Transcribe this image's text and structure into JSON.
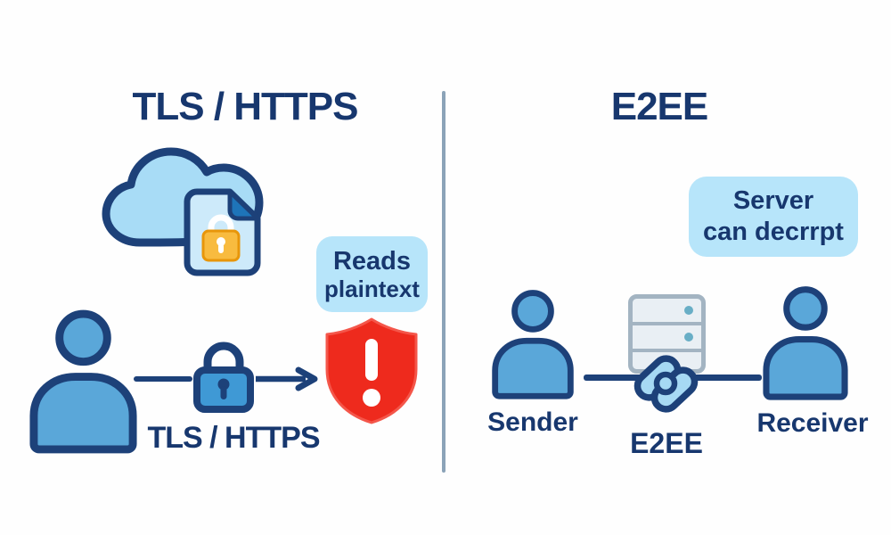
{
  "colors": {
    "background": "#fefefe",
    "ink": "#17376e",
    "outline": "#1d4179",
    "divider": "#8ba3b8",
    "badge_bg": "#b7e5fa",
    "person_fill": "#5aa7d9",
    "cloud_fill": "#a8dcf6",
    "doc_fill": "#cdeafa",
    "doc_fold": "#1e74b9",
    "gold_lock": "#f8bb3f",
    "gold_lock_stroke": "#e8960a",
    "blue_lock_fill": "#3f99d5",
    "shield_red": "#ee2a1d",
    "shield_edge": "#f4564a",
    "server_fill": "#e9eff4",
    "server_stroke": "#a3b4c2",
    "server_dot": "#68aec6",
    "chain_fill": "#a6d9f3",
    "white": "#ffffff"
  },
  "left_panel": {
    "title": "TLS / HTTPS",
    "badge_line1": "Reads",
    "badge_line2": "plaintext",
    "connection_label": "TLS / HTTPS"
  },
  "right_panel": {
    "title": "E2EE",
    "badge_line1": "Server",
    "badge_line2": "can decrrpt",
    "sender_label": "Sender",
    "link_label": "E2EE",
    "receiver_label": "Receiver"
  },
  "icons": {
    "cloud": "cloud shape",
    "encrypted_document": "document with gold padlock",
    "user": "person silhouette",
    "tls_padlock": "blue padlock",
    "arrow": "right arrow",
    "warning_shield": "red shield with exclamation mark",
    "server": "server rack with indicator dots",
    "e2ee_link": "interlocked chain links"
  }
}
